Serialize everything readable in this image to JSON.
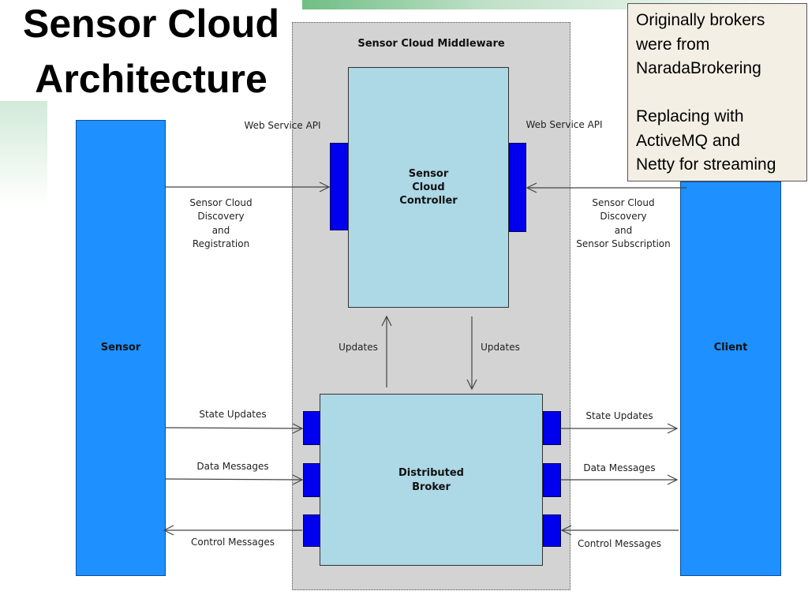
{
  "slide": {
    "title_line1": "Sensor Cloud",
    "title_line2": "Architecture"
  },
  "note": {
    "lines": [
      "Originally brokers",
      "were from",
      "NaradaBrokering",
      "",
      "Replacing with",
      "ActiveMQ and",
      "Netty for streaming"
    ]
  },
  "diagram": {
    "middleware_label": "Sensor Cloud Middleware",
    "sensor_label": "Sensor",
    "client_label": "Client",
    "controller_label_lines": [
      "Sensor",
      "Cloud",
      "Controller"
    ],
    "broker_label_lines": [
      "Distributed",
      "Broker"
    ],
    "web_service_api_left": "Web Service API",
    "web_service_api_right": "Web Service API",
    "left_discovery_lines": [
      "Sensor Cloud",
      "Discovery",
      "and",
      "Registration"
    ],
    "right_discovery_lines": [
      "Sensor Cloud",
      "Discovery",
      "and",
      "Sensor Subscription"
    ],
    "updates_up": "Updates",
    "updates_down": "Updates",
    "left_state_updates": "State Updates",
    "left_data_messages": "Data Messages",
    "left_control_messages": "Control Messages",
    "right_state_updates": "State Updates",
    "right_data_messages": "Data Messages",
    "right_control_messages": "Control Messages",
    "colors": {
      "pillar": "#1e90ff",
      "box": "#add8e6",
      "port": "#0000ee",
      "middleware": "#d3d3d3",
      "note": "#f3efe5"
    }
  }
}
